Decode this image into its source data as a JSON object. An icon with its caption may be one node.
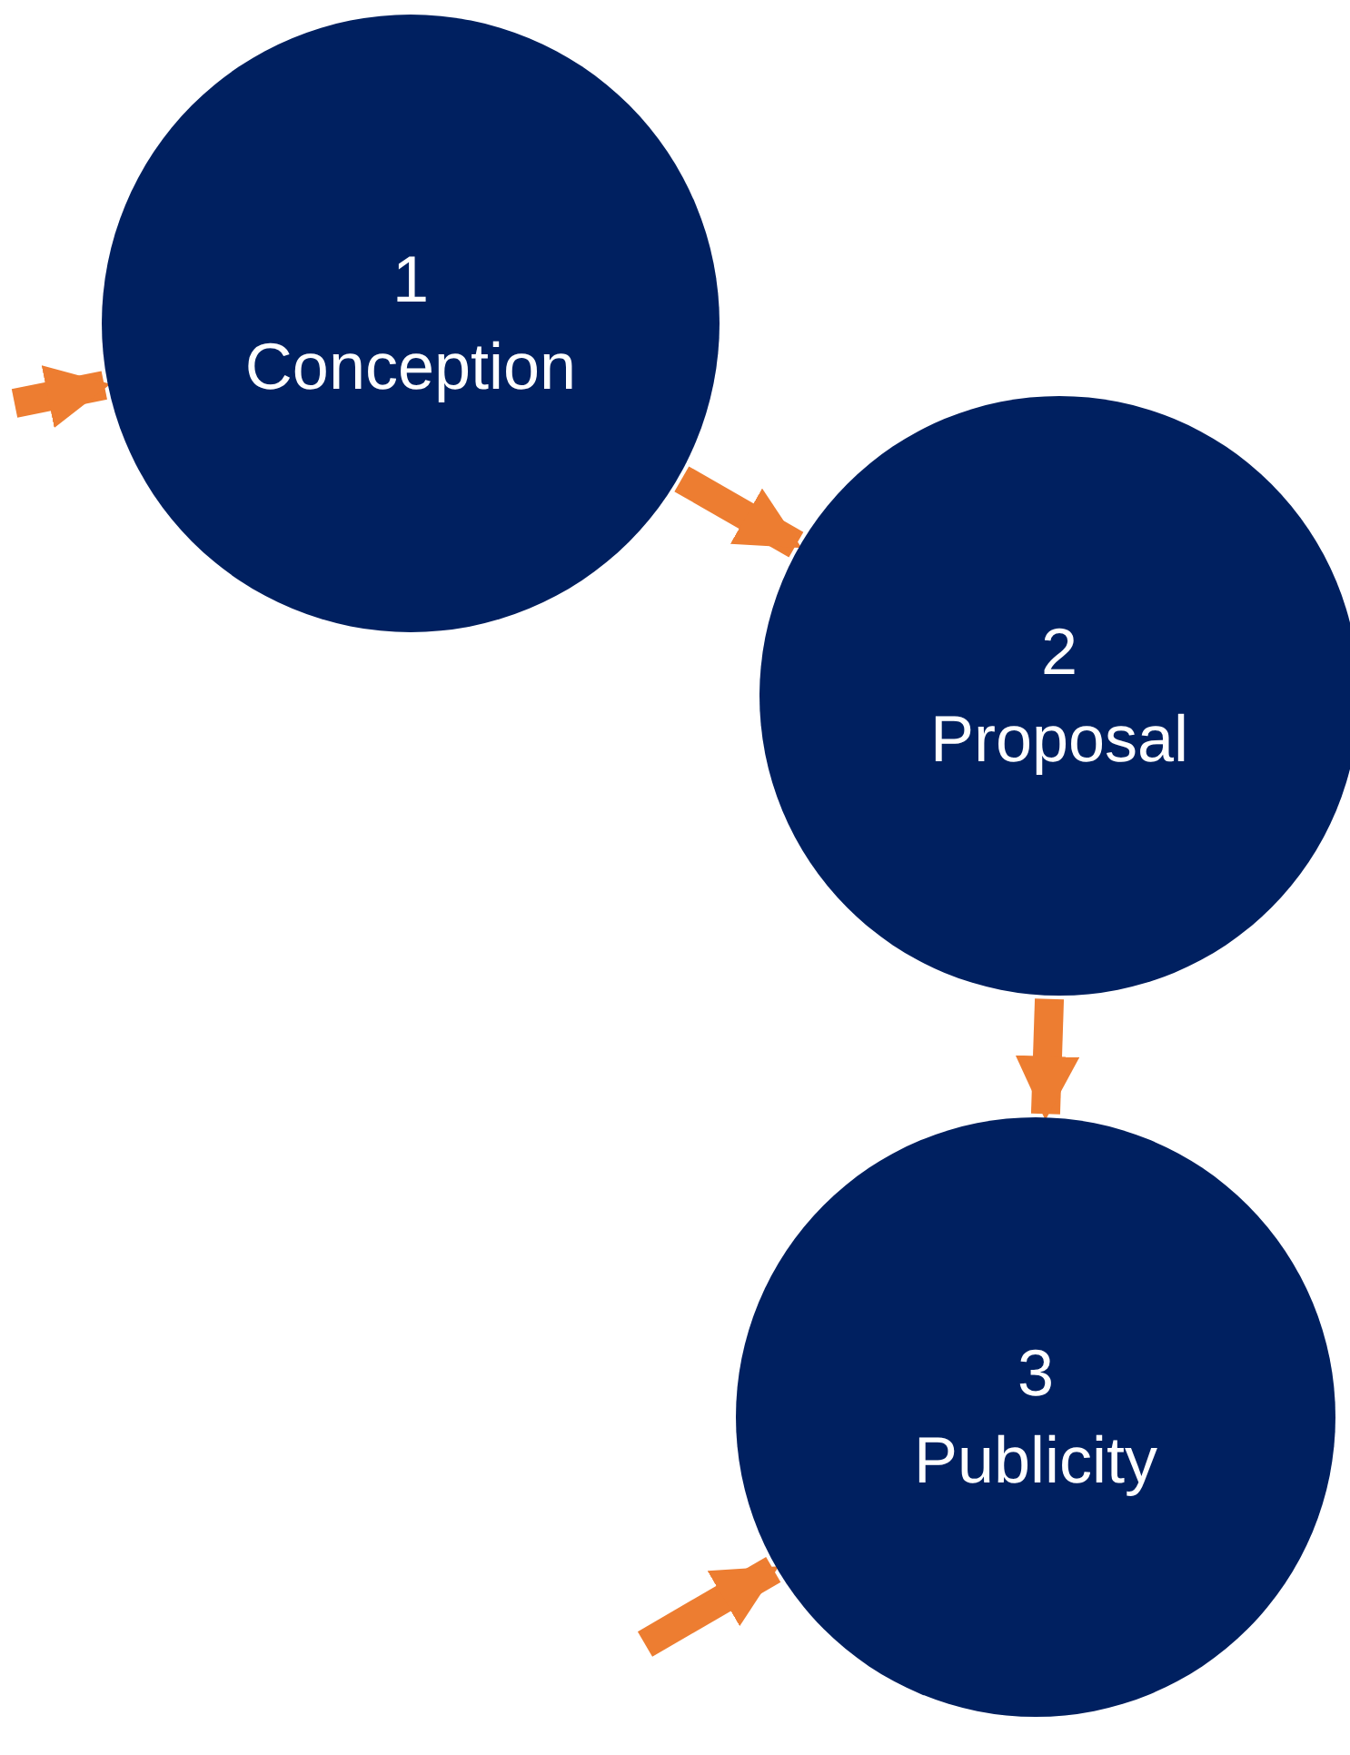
{
  "diagram": {
    "nodes": [
      {
        "text": [
          "1",
          "Conception"
        ]
      },
      {
        "text": [
          "2",
          "Proposal"
        ]
      },
      {
        "text": [
          "3",
          "Publicity"
        ]
      }
    ],
    "edges": [
      {
        "from": 0,
        "to": 1,
        "arrow": "to"
      },
      {
        "from": 1,
        "to": 2,
        "arrow": "to"
      },
      {
        "from": null,
        "to": 2,
        "arrow": "to"
      },
      {
        "from": null,
        "to": 0,
        "arrow": "to"
      }
    ]
  }
}
